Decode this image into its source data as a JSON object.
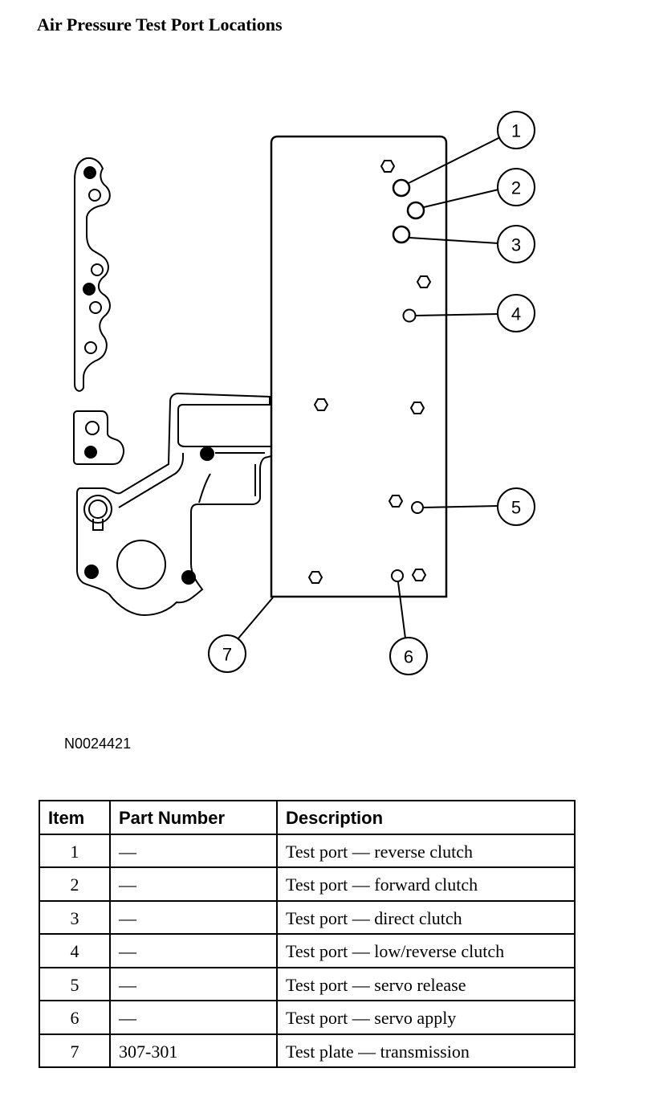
{
  "title": "Air Pressure Test Port Locations",
  "figure_id": "N0024421",
  "callouts": [
    "1",
    "2",
    "3",
    "4",
    "5",
    "6",
    "7"
  ],
  "table": {
    "headers": [
      "Item",
      "Part Number",
      "Description"
    ],
    "rows": [
      {
        "item": "1",
        "part_number": "—",
        "description": "Test port — reverse clutch"
      },
      {
        "item": "2",
        "part_number": "—",
        "description": "Test port — forward clutch"
      },
      {
        "item": "3",
        "part_number": "—",
        "description": "Test port — direct clutch"
      },
      {
        "item": "4",
        "part_number": "—",
        "description": "Test port — low/reverse clutch"
      },
      {
        "item": "5",
        "part_number": "—",
        "description": "Test port — servo release"
      },
      {
        "item": "6",
        "part_number": "—",
        "description": "Test port — servo apply"
      },
      {
        "item": "7",
        "part_number": "307-301",
        "description": "Test plate — transmission"
      }
    ]
  }
}
